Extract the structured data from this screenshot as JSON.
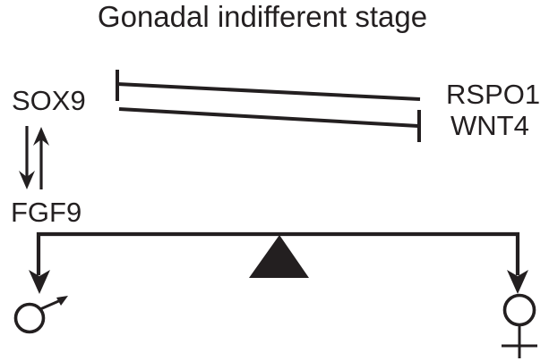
{
  "figure": {
    "title": "Gonadal indifferent stage"
  },
  "labels": {
    "sox9": "SOX9",
    "rspo1": "RSPO1",
    "wnt4": "WNT4",
    "fgf9": "FGF9"
  },
  "colors": {
    "ink": "#231f20",
    "background": "#ffffff"
  },
  "diagram_data": {
    "type": "diagram",
    "description": "Balance (seesaw) model of sex determination at the gonadal indifferent stage: the male pathway (SOX9/FGF9) and female pathway (RSPO1/WNT4) mutually antagonize each other over a level balance beam resting on a fulcrum, with male fate at the left end and female fate at the right end.",
    "nodes": [
      "SOX9",
      "FGF9",
      "RSPO1",
      "WNT4"
    ],
    "edges": [
      {
        "from": "RSPO1",
        "to": "SOX9",
        "type": "inhibition",
        "style": "blunt-end bar at SOX9"
      },
      {
        "from": "SOX9",
        "to": "WNT4",
        "type": "inhibition",
        "style": "blunt-end bar at WNT4"
      },
      {
        "from": "SOX9",
        "to": "FGF9",
        "type": "activation",
        "style": "downward arrow"
      },
      {
        "from": "FGF9",
        "to": "SOX9",
        "type": "activation",
        "style": "upward arrow"
      }
    ],
    "balance": {
      "fulcrum": "solid black triangle",
      "state": "level",
      "left_outcome": "male fate (♂ symbol)",
      "right_outcome": "female fate (♀ symbol)"
    }
  }
}
